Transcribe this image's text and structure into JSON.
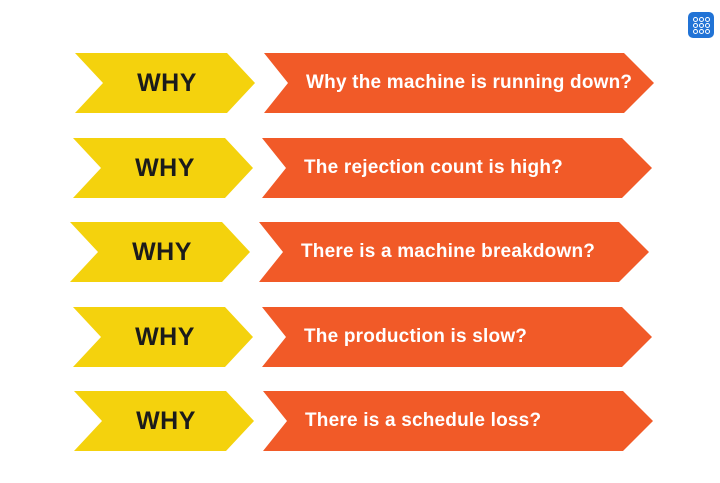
{
  "colors": {
    "page-bg": "#ffffff",
    "why-fill": "#f4d20d",
    "question-fill": "#f15a28",
    "why-text": "#1b1b1b",
    "question-text": "#ffffff",
    "icon-blue": "#2173d6"
  },
  "apps_icon": {
    "semantic": "apps-grid-icon",
    "glyph": "3x3-white-dot-grid-on-blue-rounded-square"
  },
  "rows": [
    {
      "label": "WHY",
      "question": "Why the machine is running down?"
    },
    {
      "label": "WHY",
      "question": "The rejection count is high?"
    },
    {
      "label": "WHY",
      "question": "There is a machine breakdown?"
    },
    {
      "label": "WHY",
      "question": "The production is slow?"
    },
    {
      "label": "WHY",
      "question": "There is a schedule loss?"
    }
  ]
}
